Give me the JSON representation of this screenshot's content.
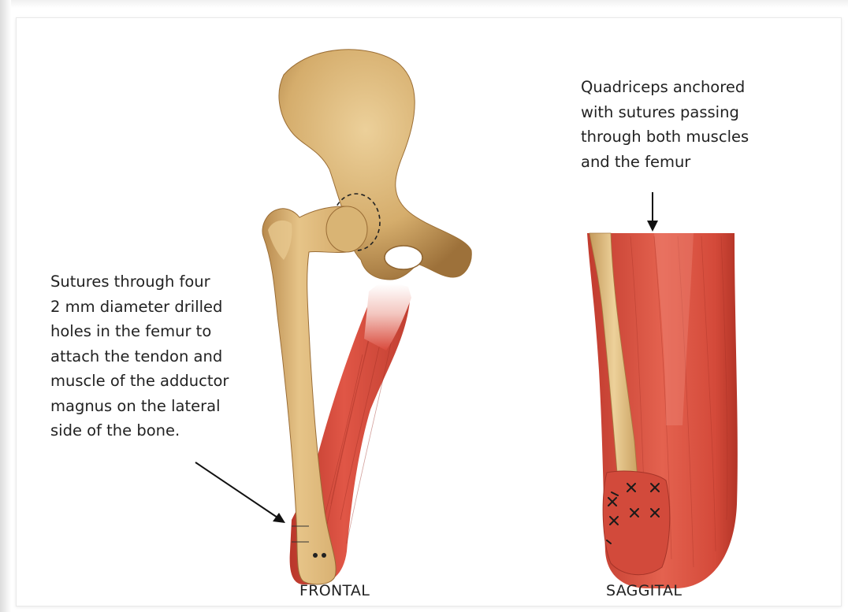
{
  "annotations": {
    "left": [
      "Sutures through four",
      "2 mm diameter drilled",
      "holes in the femur to",
      "attach the tendon and",
      "muscle of the adductor",
      "magnus on the lateral",
      "side of the bone."
    ],
    "right": [
      "Quadriceps anchored",
      "with sutures passing",
      "through both muscles",
      "and the femur"
    ]
  },
  "captions": {
    "frontal": "FRONTAL",
    "sagittal": "SAGGITAL"
  },
  "colors": {
    "bone": "#dcb779",
    "bone_shadow": "#b38a4e",
    "muscle": "#d6493a",
    "muscle_dark": "#b8362a",
    "suture": "#1a1a1a"
  }
}
